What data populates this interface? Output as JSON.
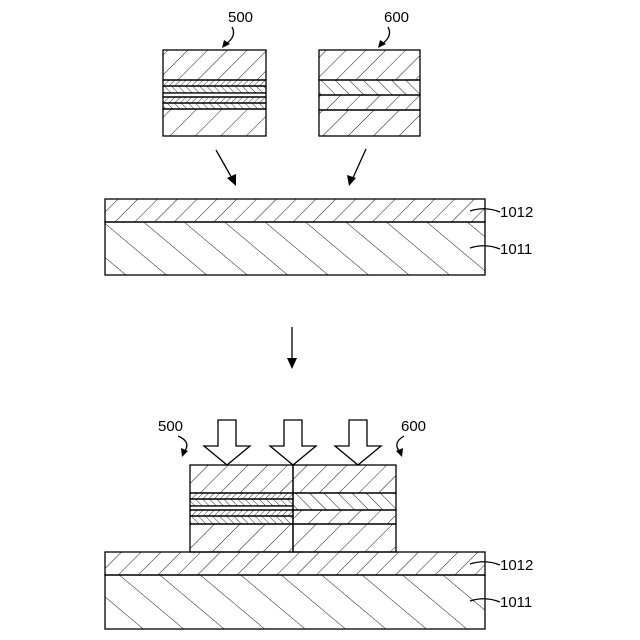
{
  "labels": {
    "top_left_chip": "500",
    "top_right_chip": "600",
    "top_layer_a": "1012",
    "top_layer_b": "1011",
    "bottom_left_chip": "500",
    "bottom_right_chip": "600",
    "bottom_layer_a": "1012",
    "bottom_layer_b": "1011"
  }
}
